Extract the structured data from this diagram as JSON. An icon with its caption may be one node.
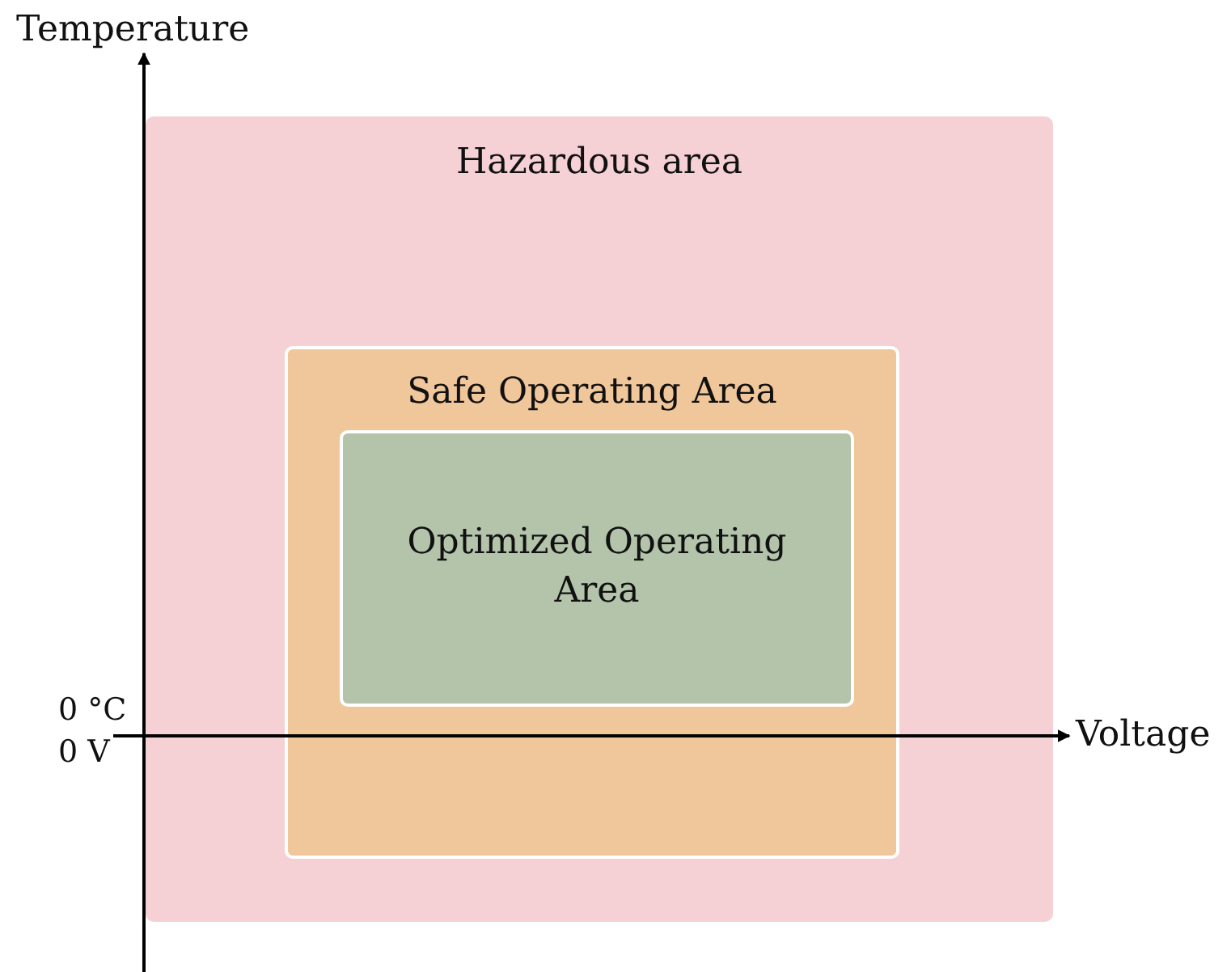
{
  "diagram": {
    "nodes": [
      {
        "text": [
          "Hazardous area"
        ]
      },
      {
        "text": [
          "Safe Operating Area"
        ],
        "in": 0
      },
      {
        "text": [
          "Optimized Operating Area"
        ],
        "in": 1
      }
    ],
    "labels": [
      "Temperature",
      "Voltage",
      "0 °C",
      "0 V"
    ]
  }
}
